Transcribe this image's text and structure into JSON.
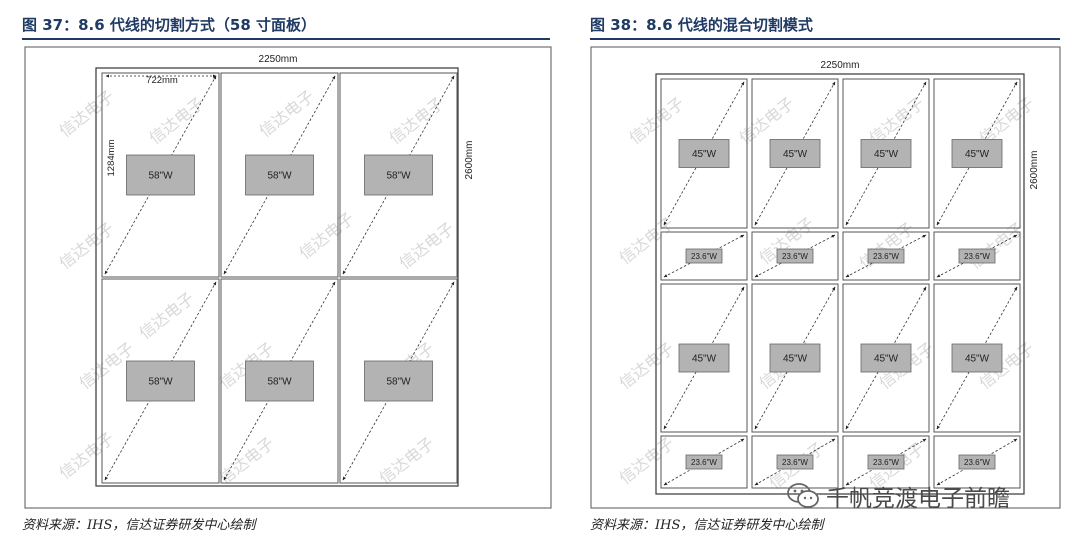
{
  "left_figure": {
    "title": "图 37：8.6 代线的切割方式（58 寸面板）",
    "dim_width": "2250mm",
    "dim_height": "2600mm",
    "dim_cell_width": "722mm",
    "dim_cell_height": "1284mm",
    "panel_label": "58\"W",
    "source": "资料来源：IHS，信达证券研发中心绘制"
  },
  "right_figure": {
    "title": "图 38：8.6 代线的混合切割模式",
    "dim_width": "2250mm",
    "dim_height": "2600mm",
    "large_panel_label": "45\"W",
    "small_panel_label": "23.6\"W",
    "source": "资料来源：IHS，信达证券研发中心绘制"
  },
  "watermark": "信达电子",
  "wechat": {
    "icon": "wechat-icon",
    "account": "千帆竞渡电子前瞻"
  }
}
